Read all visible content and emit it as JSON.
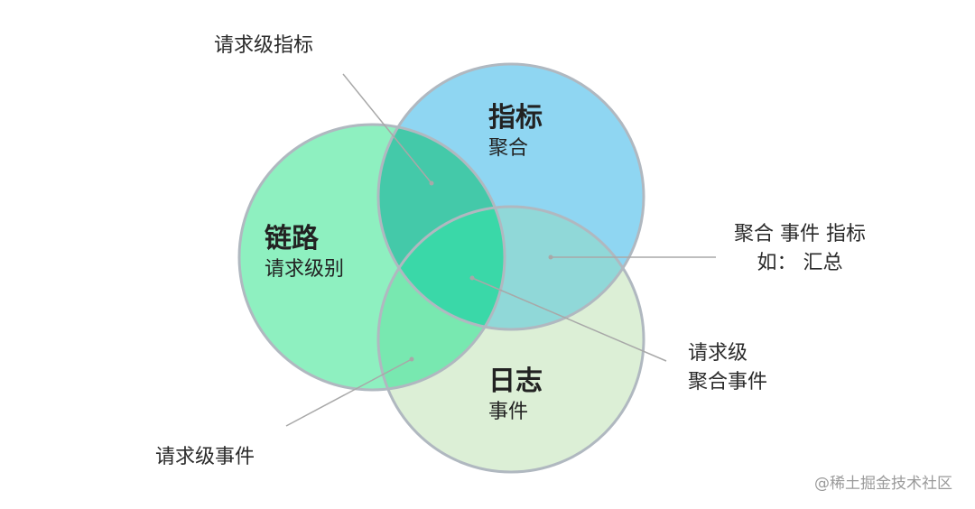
{
  "colors": {
    "links_fill": "#8ef0c0",
    "metrics_fill": "#8fd6f2",
    "logs_fill": "#dcefd6",
    "links_metrics_overlap": "#44c9a9",
    "links_logs_overlap": "#78e8b0",
    "metrics_logs_overlap": "#90d8d8",
    "center_overlap": "#3ad8a8",
    "circle_stroke": "#b0b8c0",
    "pointer_line": "#a8a8a8"
  },
  "circles": {
    "links": {
      "title": "链路",
      "subtitle": "请求级别"
    },
    "metrics": {
      "title": "指标",
      "subtitle": "聚合"
    },
    "logs": {
      "title": "日志",
      "subtitle": "事件"
    }
  },
  "annotations": {
    "links_metrics": "请求级指标",
    "metrics_logs": {
      "line1": "聚合  事件  指标",
      "line2": "如：  汇总"
    },
    "center": {
      "line1": "请求级",
      "line2": "聚合事件"
    },
    "links_logs": "请求级事件"
  },
  "watermark": "@稀土掘金技术社区"
}
